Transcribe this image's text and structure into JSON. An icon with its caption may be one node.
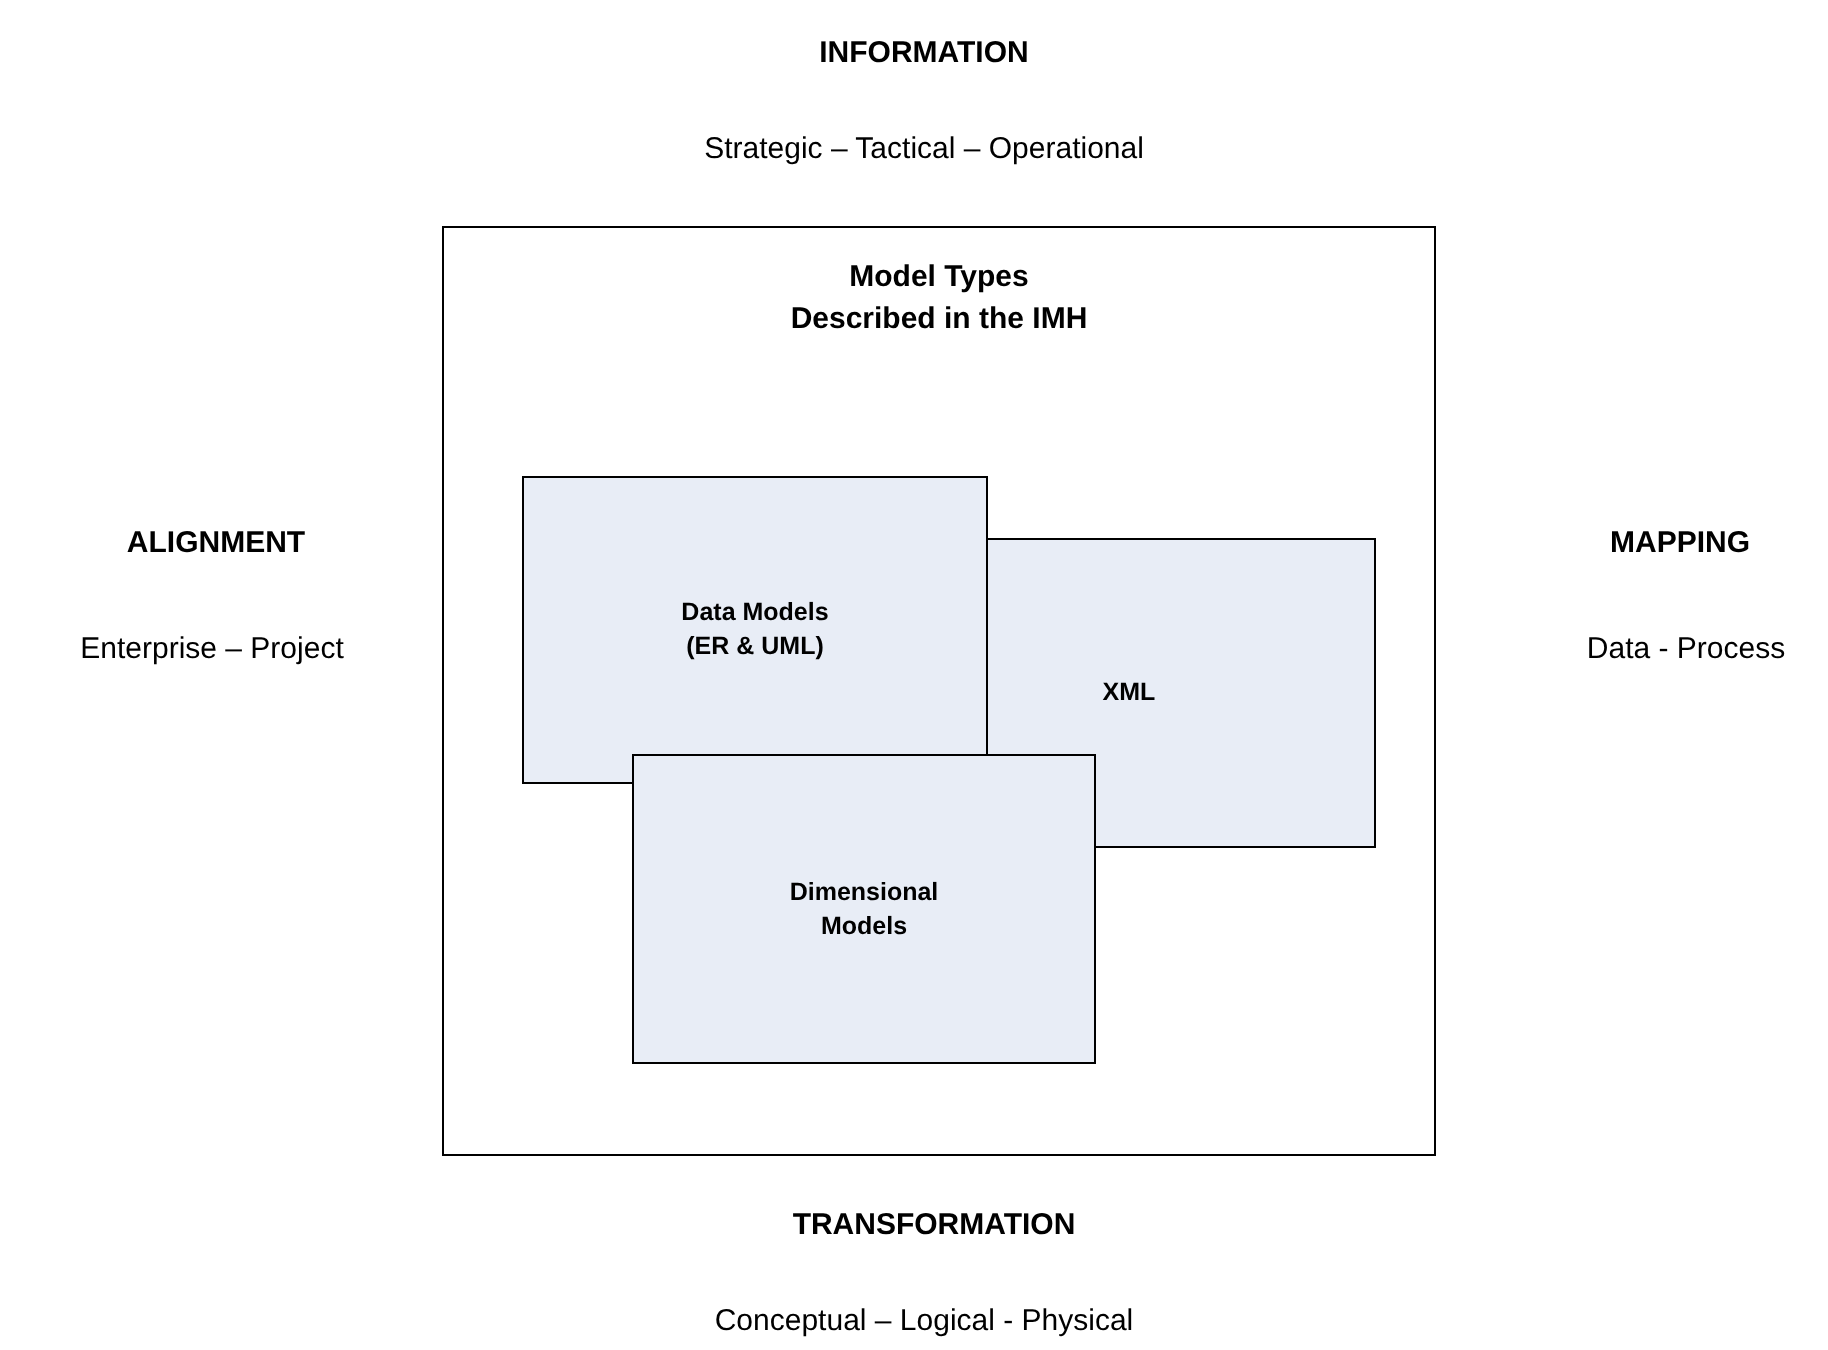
{
  "diagram": {
    "nodes": [
      {
        "text": [
          "Model Types Described in the IMH"
        ]
      },
      {
        "text": [
          "Data Models (ER & UML)"
        ],
        "in": 0
      },
      {
        "text": [
          "XML"
        ],
        "in": 0
      },
      {
        "text": [
          "Dimensional Models"
        ],
        "in": 0
      }
    ],
    "labels": [
      "INFORMATION",
      "Strategic – Tactical – Operational",
      "ALIGNMENT",
      "Enterprise – Project",
      "MAPPING",
      "Data - Process",
      "TRANSFORMATION",
      "Conceptual – Logical - Physical"
    ]
  }
}
